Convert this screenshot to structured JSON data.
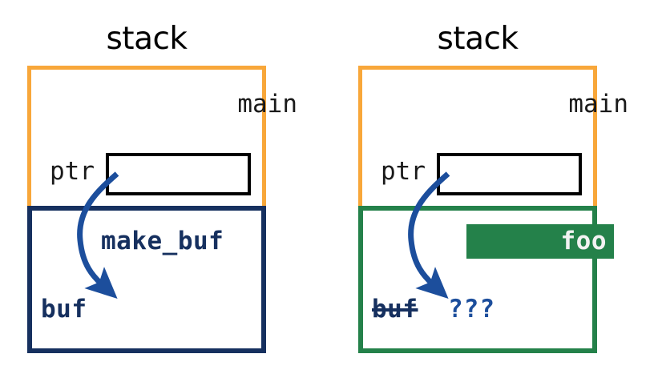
{
  "diagram": {
    "title": "stack frame diagram: dangling pointer to freed buffer",
    "colors": {
      "main_frame_border": "#f8a73a",
      "callee_frame_border_left": "#16305f",
      "callee_frame_border_right": "#24814a",
      "pointer_slot_border": "#000000",
      "arrow": "#1c4e9c",
      "foo_block_fill": "#24814a",
      "foo_text": "#f2f2f2",
      "label_text": "#1a1a1a",
      "background": "#ffffff"
    }
  },
  "panels": [
    {
      "id": "before",
      "title": "stack",
      "main_frame": {
        "label": "main",
        "variable_label": "ptr",
        "slot_value": "",
        "border_color": "#f8a73a"
      },
      "callee_frame": {
        "label": "make_buf",
        "buf_label": "buf",
        "buf_struck": false,
        "border_color": "#16305f",
        "highlight_block": null,
        "unknown_label": ""
      },
      "arrow": {
        "name": "pointer-arrow",
        "from": "ptr slot",
        "to": "buf"
      }
    },
    {
      "id": "after",
      "title": "stack",
      "main_frame": {
        "label": "main",
        "variable_label": "ptr",
        "slot_value": "",
        "border_color": "#f8a73a"
      },
      "callee_frame": {
        "label": "",
        "buf_label": "buf",
        "buf_struck": true,
        "border_color": "#24814a",
        "highlight_block": "foo",
        "unknown_label": "???"
      },
      "arrow": {
        "name": "pointer-arrow",
        "from": "ptr slot",
        "to": "buf"
      }
    }
  ]
}
